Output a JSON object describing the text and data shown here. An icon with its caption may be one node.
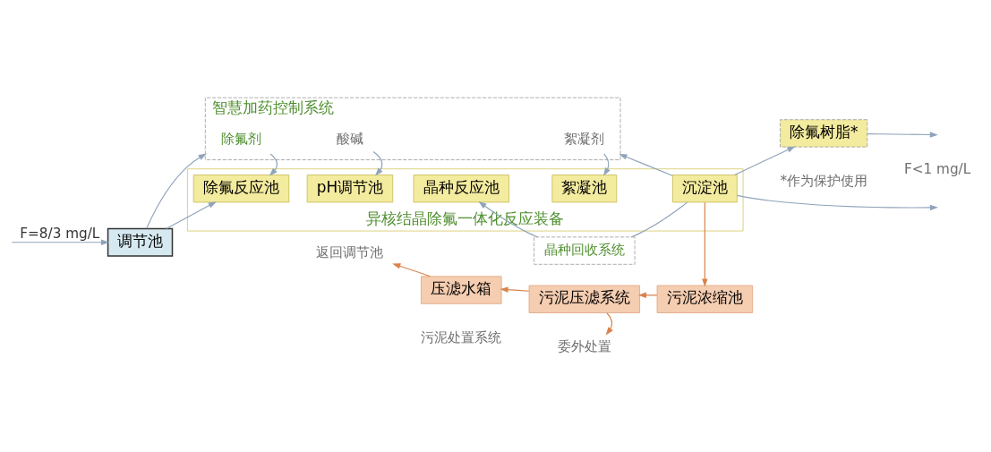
{
  "diagram": {
    "nodes": [
      {
        "text": [
          "智慧加药控制系统"
        ]
      },
      {
        "text": [
          "除氟剂"
        ],
        "in": 0
      },
      {
        "text": [
          "酸碱"
        ],
        "in": 0
      },
      {
        "text": [
          "絮凝剂"
        ],
        "in": 0
      },
      {
        "text": [
          "调节池"
        ]
      },
      {
        "text": [
          "异核结晶除氟一体化反应装备"
        ]
      },
      {
        "text": [
          "除氟反应池"
        ],
        "in": 5
      },
      {
        "text": [
          "pH调节池"
        ],
        "in": 5
      },
      {
        "text": [
          "晶种反应池"
        ],
        "in": 5
      },
      {
        "text": [
          "絮凝池"
        ],
        "in": 5
      },
      {
        "text": [
          "沉淀池"
        ],
        "in": 5
      },
      {
        "text": [
          "除氟树脂*"
        ],
        "beside": [
          "*作为保护使用"
        ]
      },
      {
        "text": [
          "晶种回收系统"
        ]
      },
      {
        "text": [
          "返回调节池"
        ]
      },
      {
        "text": [
          "压滤水箱"
        ]
      },
      {
        "text": [
          "污泥压滤系统"
        ]
      },
      {
        "text": [
          "污泥浓缩池"
        ]
      },
      {
        "text": [
          "委外处置"
        ]
      }
    ],
    "edges": [
      {
        "from": null,
        "to": 4,
        "arrow": "to",
        "label": "F=8/3 mg/L"
      },
      {
        "from": 4,
        "to": 6,
        "arrow": "to"
      },
      {
        "from": 4,
        "to": 0,
        "arrow": "to"
      },
      {
        "from": 10,
        "to": 0,
        "arrow": "to"
      },
      {
        "from": 1,
        "to": 6,
        "arrow": "to"
      },
      {
        "from": 2,
        "to": 7,
        "arrow": "to"
      },
      {
        "from": 3,
        "to": 9,
        "arrow": "to"
      },
      {
        "from": 10,
        "to": 12,
        "arrow": "none"
      },
      {
        "from": 12,
        "to": 8,
        "arrow": "to"
      },
      {
        "from": 10,
        "to": 11,
        "arrow": "to"
      },
      {
        "from": 11,
        "to": null,
        "arrow": "to"
      },
      {
        "from": 10,
        "to": null,
        "arrow": "to"
      },
      {
        "from": 10,
        "to": 16,
        "arrow": "to",
        "color": "#d9824b"
      },
      {
        "from": 16,
        "to": 15,
        "arrow": "to",
        "color": "#d9824b"
      },
      {
        "from": 15,
        "to": 14,
        "arrow": "to",
        "color": "#d9824b"
      },
      {
        "from": 14,
        "to": 13,
        "arrow": "to",
        "color": "#d9824b"
      },
      {
        "from": 15,
        "to": 17,
        "arrow": "to",
        "color": "#d9824b"
      }
    ],
    "labels": [
      "F<1 mg/L",
      "污泥处置系统"
    ]
  }
}
